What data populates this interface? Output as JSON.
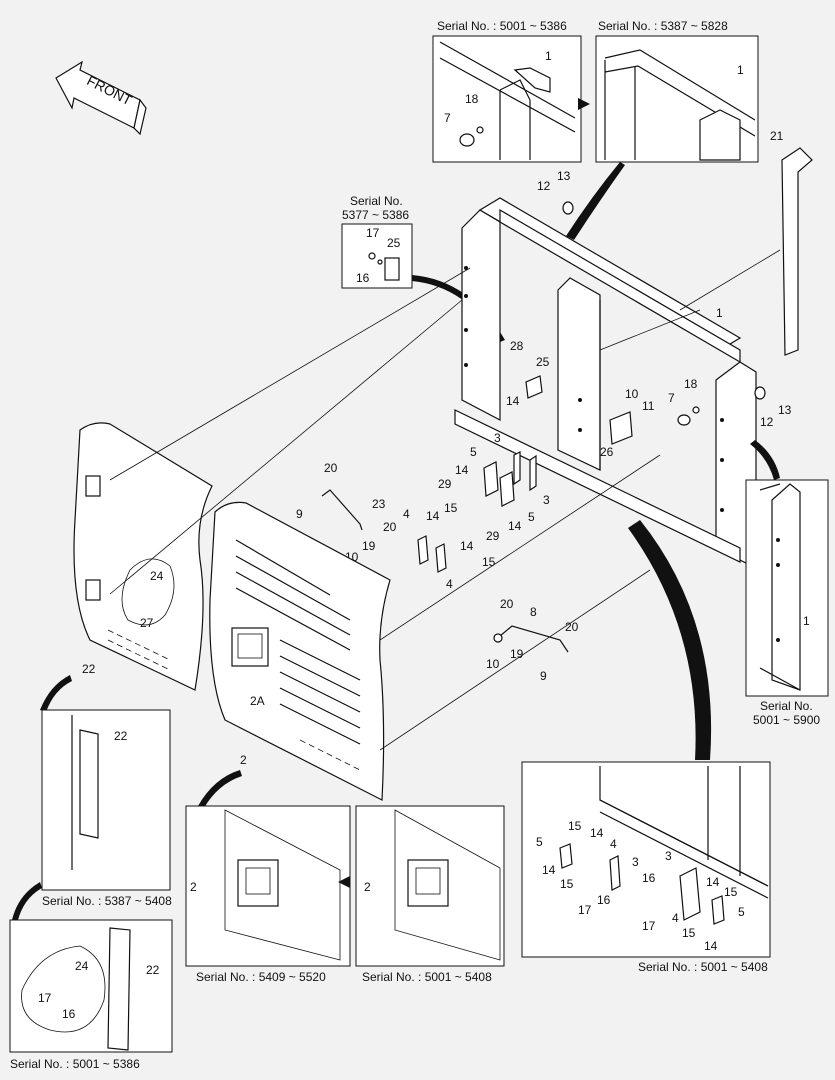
{
  "front_label": "FRONT",
  "serials": {
    "top_left": "Serial No. : 5001 ~ 5386",
    "top_right": "Serial No. : 5387 ~ 5828",
    "small_box_line1": "Serial No.",
    "small_box_line2": "5377 ~ 5386",
    "right_box_line1": "Serial No.",
    "right_box_line2": "5001 ~ 5900",
    "left_mid": "Serial No. : 5387 ~ 5408",
    "bottom_left": "Serial No. : 5001 ~ 5386",
    "bottom_mid1": "Serial No. : 5409 ~ 5520",
    "bottom_mid2": "Serial No. : 5001 ~ 5408",
    "bottom_right": "Serial No. : 5001 ~ 5408"
  },
  "callouts": {
    "c1": "1",
    "c2": "2",
    "c2a": "2A",
    "c3": "3",
    "c4": "4",
    "c5": "5",
    "c7": "7",
    "c8": "8",
    "c9": "9",
    "c10": "10",
    "c11": "11",
    "c12": "12",
    "c13": "13",
    "c14": "14",
    "c15": "15",
    "c16": "16",
    "c17": "17",
    "c18": "18",
    "c19": "19",
    "c20": "20",
    "c21": "21",
    "c22": "22",
    "c23": "23",
    "c24": "24",
    "c25": "25",
    "c26": "26",
    "c27": "27",
    "c28": "28",
    "c29": "29"
  }
}
